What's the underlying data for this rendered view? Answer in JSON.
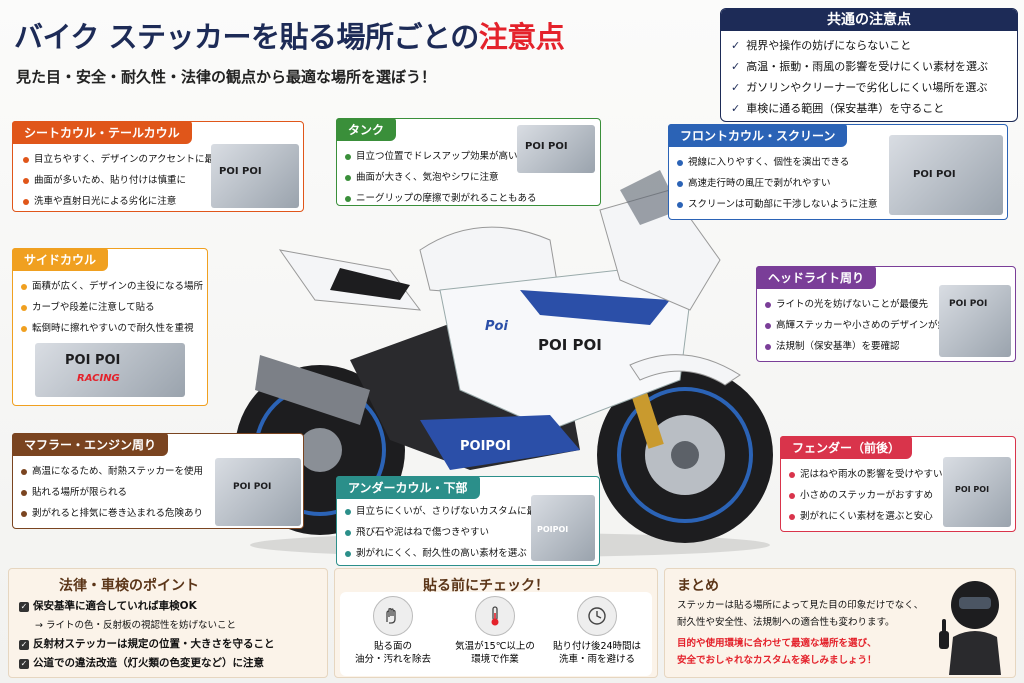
{
  "title": {
    "main": "バイク ステッカーを貼る場所ごとの",
    "accent": "注意点"
  },
  "subtitle": "見た目・安全・耐久性・法律の観点から最適な場所を選ぼう！",
  "common": {
    "header": "共通の注意点",
    "items": [
      "視界や操作の妨げにならないこと",
      "高温・振動・雨風の影響を受けにくい素材を選ぶ",
      "ガソリンやクリーナーで劣化しにくい場所を選ぶ",
      "車検に通る範囲（保安基準）を守ること"
    ]
  },
  "sections": {
    "seat": {
      "tag": "シートカウル・テールカウル",
      "color": "#e0561a",
      "items": [
        "目立ちやすく、デザインのアクセントに最適",
        "曲面が多いため、貼り付けは慎重に",
        "洗車や直射日光による劣化に注意"
      ],
      "thumb_text": "POI POI"
    },
    "tank": {
      "tag": "タンク",
      "color": "#3a8f3a",
      "items": [
        "目立つ位置でドレスアップ効果が高い",
        "曲面が大きく、気泡やシワに注意",
        "ニーグリップの摩擦で剥がれることもある"
      ],
      "thumb_text": "POI POI"
    },
    "front": {
      "tag": "フロントカウル・スクリーン",
      "color": "#2b63b6",
      "items": [
        "視線に入りやすく、個性を演出できる",
        "高速走行時の風圧で剥がれやすい",
        "スクリーンは可動部に干渉しないように注意"
      ],
      "thumb_text": "POI POI"
    },
    "side": {
      "tag": "サイドカウル",
      "color": "#f0a020",
      "items": [
        "面積が広く、デザインの主役になる場所",
        "カーブや段差に注意して貼る",
        "転倒時に擦れやすいので耐久性を重視"
      ],
      "thumb_text": "POI POI",
      "thumb_text2": "RACING"
    },
    "head": {
      "tag": "ヘッドライト周り",
      "color": "#7a3e98",
      "items": [
        "ライトの光を妨げないことが最優先",
        "高輝ステッカーや小さめのデザインが無難",
        "法規制（保安基準）を要確認"
      ],
      "thumb_text": "POI POI"
    },
    "muffler": {
      "tag": "マフラー・エンジン周り",
      "color": "#7a4420",
      "items": [
        "高温になるため、耐熱ステッカーを使用",
        "貼れる場所が限られる",
        "剥がれると排気に巻き込まれる危険あり"
      ],
      "thumb_text": "POI POI"
    },
    "under": {
      "tag": "アンダーカウル・下部",
      "color": "#2b8f8a",
      "items": [
        "目立ちにくいが、さりげないカスタムに最適",
        "飛び石や泥はねで傷つきやすい",
        "剥がれにくく、耐久性の高い素材を選ぶ"
      ],
      "thumb_text": "POIPOI"
    },
    "fender": {
      "tag": "フェンダー（前後）",
      "color": "#d9344b",
      "items": [
        "泥はねや雨水の影響を受けやすい",
        "小さめのステッカーがおすすめ",
        "剥がれにくい素材を選ぶと安心"
      ],
      "thumb_text": "POI POI"
    }
  },
  "bike": {
    "logo_side": "POI POI",
    "logo_under": "POIPOI",
    "logo_tank": "Poi"
  },
  "law": {
    "header": "法律・車検のポイント",
    "items": [
      "保安基準に適合していれば車検OK",
      "→ ライトの色・反射板の視認性を妨げないこと",
      "反射材ステッカーは規定の位置・大きさを守ること",
      "公道での違法改造（灯火類の色変更など）に注意"
    ]
  },
  "check": {
    "header": "貼る前にチェック！",
    "items": [
      {
        "line1": "貼る面の",
        "line2": "油分・汚れを除去"
      },
      {
        "line1": "気温が15℃以上の",
        "line2": "環境で作業"
      },
      {
        "line1": "貼り付け後24時間は",
        "line2": "洗車・雨を避ける"
      }
    ]
  },
  "summary": {
    "header": "まとめ",
    "text1": "ステッカーは貼る場所によって見た目の印象だけでなく、",
    "text2": "耐久性や安全性、法規制への適合性も変わります。",
    "red1": "目的や使用環境に合わせて最適な場所を選び、",
    "red2": "安全でおしゃれなカスタムを楽しみましょう！"
  }
}
